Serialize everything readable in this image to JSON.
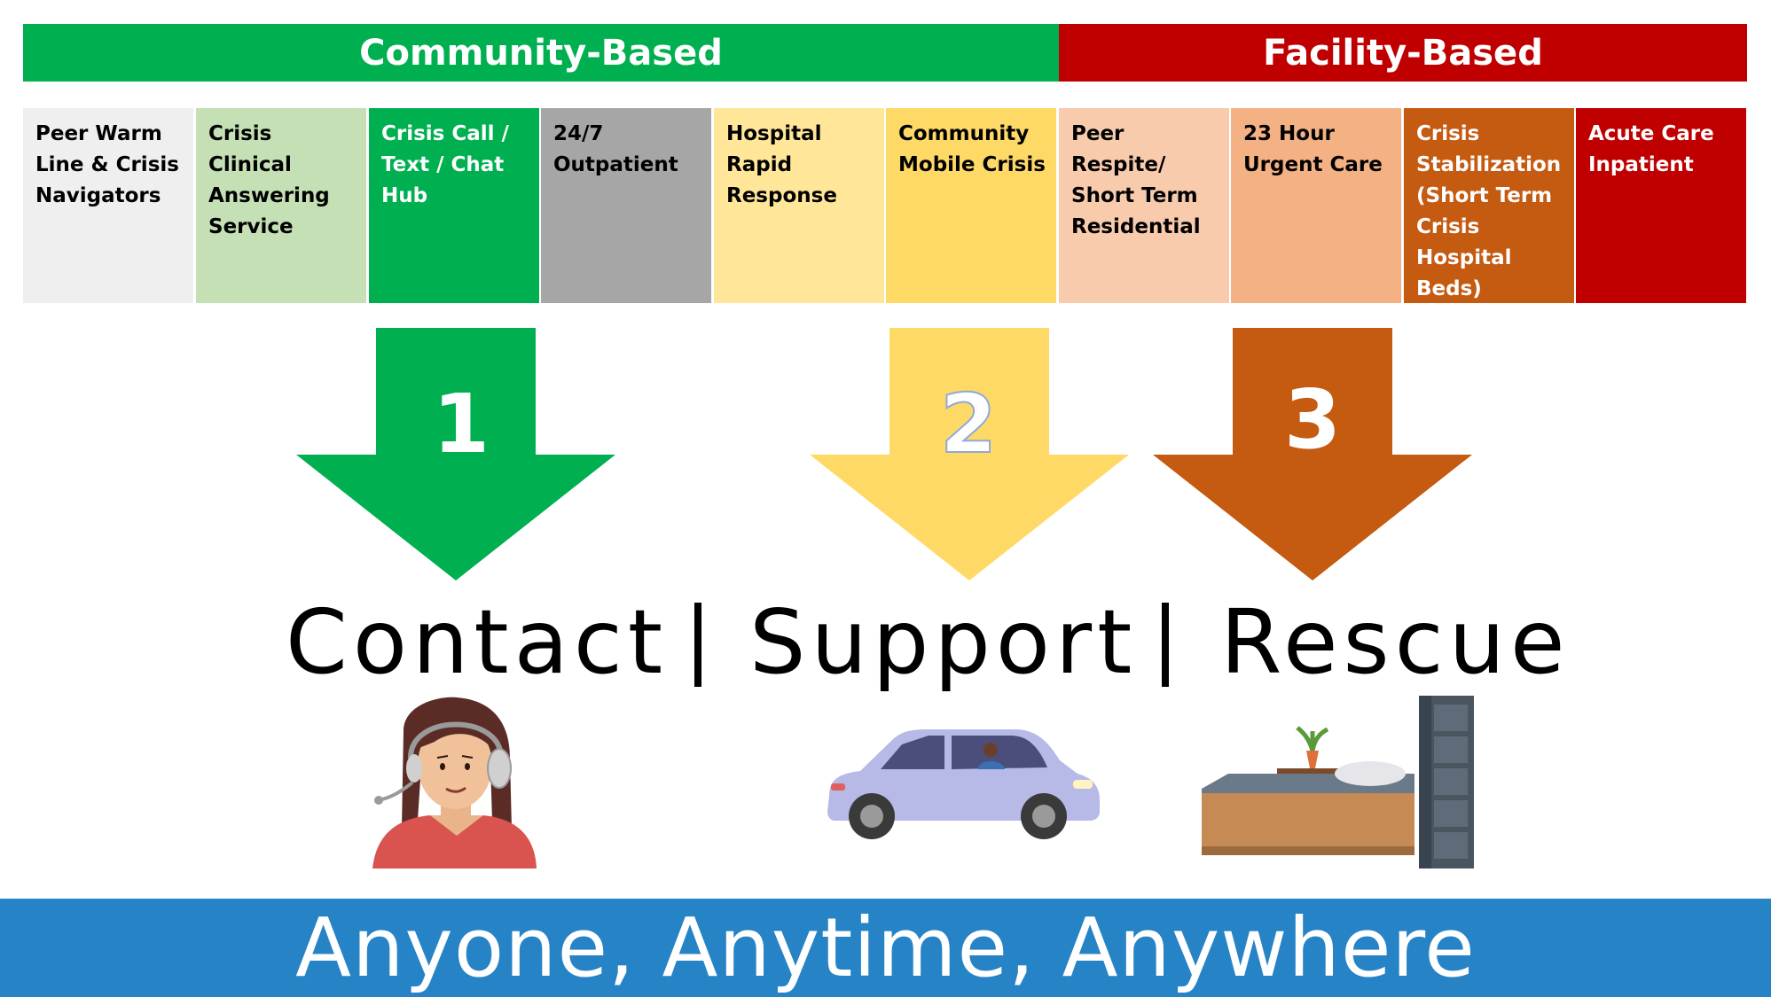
{
  "headers": {
    "community": "Community-Based",
    "facility": "Facility-Based"
  },
  "cells": [
    {
      "label": "Peer Warm Line & Crisis Navigators",
      "bg": "#efeff0",
      "fg": "#000000"
    },
    {
      "label": "Crisis Clinical Answering Service",
      "bg": "#c5e0b4",
      "fg": "#000000"
    },
    {
      "label": "Crisis Call / Text / Chat Hub",
      "bg": "#00b050",
      "fg": "#ffffff"
    },
    {
      "label": "24/7 Outpatient",
      "bg": "#a6a6a6",
      "fg": "#000000"
    },
    {
      "label": "Hospital Rapid Response",
      "bg": "#ffe699",
      "fg": "#000000"
    },
    {
      "label": "Community Mobile Crisis",
      "bg": "#ffd966",
      "fg": "#000000"
    },
    {
      "label": "Peer Respite/ Short Term Residential",
      "bg": "#f8cbad",
      "fg": "#000000"
    },
    {
      "label": "23 Hour Urgent Care",
      "bg": "#f4b183",
      "fg": "#000000"
    },
    {
      "label": "Crisis Stabilization (Short Term Crisis Hospital Beds)",
      "bg": "#c55a11",
      "fg": "#ffffff"
    },
    {
      "label": "Acute Care Inpatient",
      "bg": "#c00000",
      "fg": "#ffffff"
    }
  ],
  "arrows": [
    {
      "number": "1",
      "color": "#00b050"
    },
    {
      "number": "2",
      "color": "#ffd966"
    },
    {
      "number": "3",
      "color": "#c55a11"
    }
  ],
  "tagline": {
    "contact": "Contact",
    "support": "Support",
    "rescue": "Rescue"
  },
  "footer": "Anyone, Anytime, Anywhere",
  "icons": [
    "headset-person-icon",
    "car-icon",
    "bed-dresser-icon"
  ],
  "colors": {
    "community_header": "#00b050",
    "facility_header": "#c00000",
    "footer_bg": "#2683c6"
  }
}
